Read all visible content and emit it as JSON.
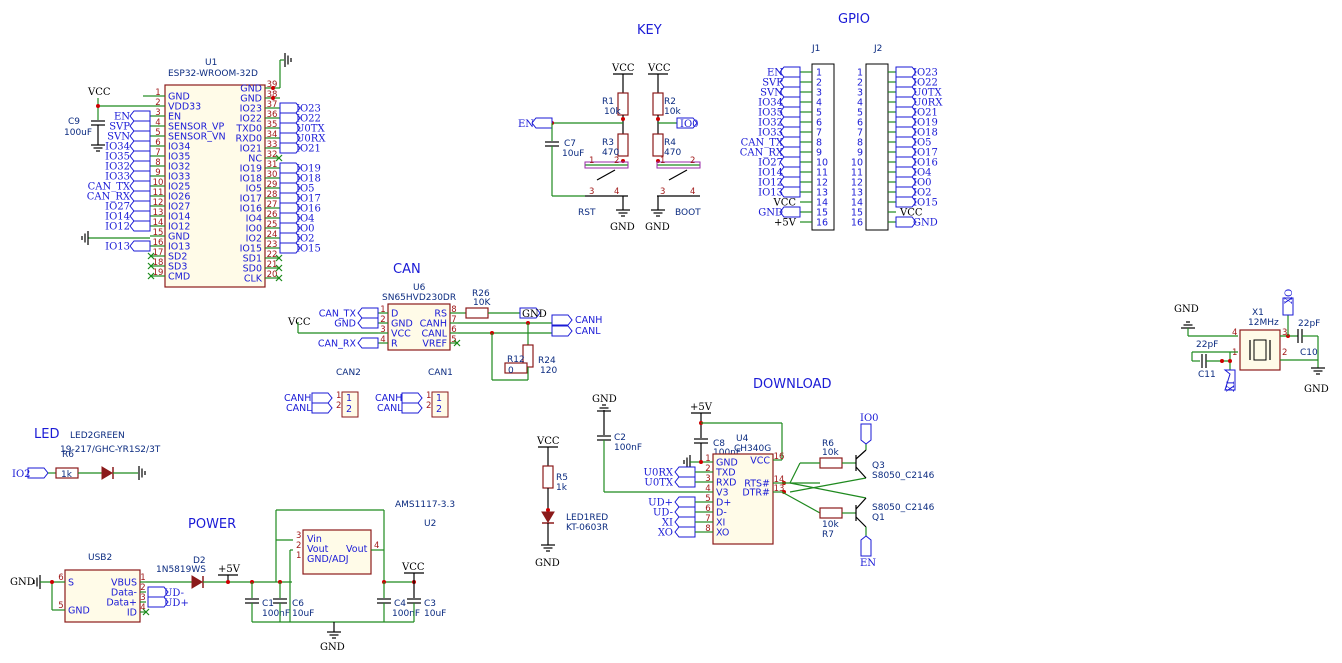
{
  "sections": {
    "key": "KEY",
    "gpio": "GPIO",
    "can": "CAN",
    "led": "LED",
    "power": "POWER",
    "download": "DOWNLOAD"
  },
  "u1": {
    "ref": "U1",
    "value": "ESP32-WROOM-32D",
    "left_pins": [
      {
        "num": "1",
        "name": "GND"
      },
      {
        "num": "2",
        "name": "VDD33"
      },
      {
        "num": "3",
        "name": "EN"
      },
      {
        "num": "4",
        "name": "SENSOR_VP"
      },
      {
        "num": "5",
        "name": "SENSOR_VN"
      },
      {
        "num": "6",
        "name": "IO34"
      },
      {
        "num": "7",
        "name": "IO35"
      },
      {
        "num": "8",
        "name": "IO32"
      },
      {
        "num": "9",
        "name": "IO33"
      },
      {
        "num": "10",
        "name": "IO25"
      },
      {
        "num": "11",
        "name": "IO26"
      },
      {
        "num": "12",
        "name": "IO27"
      },
      {
        "num": "13",
        "name": "IO14"
      },
      {
        "num": "14",
        "name": "IO12"
      },
      {
        "num": "15",
        "name": "GND"
      },
      {
        "num": "16",
        "name": "IO13"
      },
      {
        "num": "17",
        "name": "SD2"
      },
      {
        "num": "18",
        "name": "SD3"
      },
      {
        "num": "19",
        "name": "CMD"
      }
    ],
    "left_labels": [
      "",
      "",
      "EN",
      "SVP",
      "SVN",
      "IO34",
      "IO35",
      "IO32",
      "IO33",
      "CAN_TX",
      "CAN_RX",
      "IO27",
      "IO14",
      "IO12",
      "",
      "IO13",
      "",
      "",
      ""
    ],
    "right_pins": [
      {
        "num": "39",
        "name": "GND"
      },
      {
        "num": "38",
        "name": "GND"
      },
      {
        "num": "37",
        "name": "IO23"
      },
      {
        "num": "36",
        "name": "IO22"
      },
      {
        "num": "35",
        "name": "TXD0"
      },
      {
        "num": "34",
        "name": "RXD0"
      },
      {
        "num": "33",
        "name": "IO21"
      },
      {
        "num": "32",
        "name": "NC"
      },
      {
        "num": "31",
        "name": "IO19"
      },
      {
        "num": "30",
        "name": "IO18"
      },
      {
        "num": "29",
        "name": "IO5"
      },
      {
        "num": "28",
        "name": "IO17"
      },
      {
        "num": "27",
        "name": "IO16"
      },
      {
        "num": "26",
        "name": "IO4"
      },
      {
        "num": "25",
        "name": "IO0"
      },
      {
        "num": "24",
        "name": "IO2"
      },
      {
        "num": "23",
        "name": "IO15"
      },
      {
        "num": "22",
        "name": "SD1"
      },
      {
        "num": "21",
        "name": "SD0"
      },
      {
        "num": "20",
        "name": "CLK"
      }
    ],
    "right_labels": [
      "",
      "",
      "IO23",
      "IO22",
      "U0TX",
      "U0RX",
      "IO21",
      "",
      "IO19",
      "IO18",
      "IO5",
      "IO17",
      "IO16",
      "IO4",
      "IO0",
      "IO2",
      "IO15",
      "",
      "",
      ""
    ]
  },
  "c9": {
    "ref": "C9",
    "value": "100uF",
    "net": "VCC"
  },
  "key": {
    "vcc1": "VCC",
    "vcc2": "VCC",
    "r1": {
      "ref": "R1",
      "value": "10k"
    },
    "r2": {
      "ref": "R2",
      "value": "10k"
    },
    "r3": {
      "ref": "R3",
      "value": "470"
    },
    "r4": {
      "ref": "R4",
      "value": "470"
    },
    "c7": {
      "ref": "C7",
      "value": "10uF"
    },
    "en_label": "EN",
    "io0_label": "IO0",
    "rst": "RST",
    "boot": "BOOT",
    "gnd1": "GND",
    "gnd2": "GND",
    "sw_pins": [
      "1",
      "2",
      "3",
      "4"
    ]
  },
  "gpio": {
    "j1": {
      "ref": "J1",
      "labels": [
        "EN",
        "SVP",
        "SVN",
        "IO34",
        "IO35",
        "IO32",
        "IO33",
        "CAN_TX",
        "CAN_RX",
        "IO27",
        "IO14",
        "IO12",
        "IO13",
        "VCC",
        "GND",
        "+5V"
      ]
    },
    "j2": {
      "ref": "J2",
      "labels": [
        "IO23",
        "IO22",
        "U0TX",
        "U0RX",
        "IO21",
        "IO19",
        "IO18",
        "IO5",
        "IO17",
        "IO16",
        "IO4",
        "IO0",
        "IO2",
        "IO15",
        "VCC",
        "GND"
      ]
    },
    "pin_nums": [
      "1",
      "2",
      "3",
      "4",
      "5",
      "6",
      "7",
      "8",
      "9",
      "10",
      "11",
      "12",
      "13",
      "14",
      "15",
      "16"
    ]
  },
  "can": {
    "u6": {
      "ref": "U6",
      "value": "SN65HVD230DR"
    },
    "left_pins": [
      {
        "num": "1",
        "name": "D"
      },
      {
        "num": "2",
        "name": "GND"
      },
      {
        "num": "3",
        "name": "VCC"
      },
      {
        "num": "4",
        "name": "R"
      }
    ],
    "right_pins": [
      {
        "num": "8",
        "name": "RS"
      },
      {
        "num": "7",
        "name": "CANH"
      },
      {
        "num": "6",
        "name": "CANL"
      },
      {
        "num": "5",
        "name": "VREF"
      }
    ],
    "left_labels": [
      "CAN_TX",
      "GND",
      "VCC",
      "CAN_RX"
    ],
    "r26": {
      "ref": "R26",
      "value": "10K"
    },
    "r12": {
      "ref": "R12",
      "value": "0"
    },
    "r24": {
      "ref": "R24",
      "value": "120"
    },
    "gnd": "GND",
    "canh": "CANH",
    "canl": "CANL",
    "can2": "CAN2",
    "can1": "CAN1",
    "conn_pins": [
      "1",
      "2"
    ]
  },
  "led": {
    "ref": "LED2GREEN",
    "value": "19-217/GHC-YR1S2/3T",
    "r6": {
      "ref": "R6",
      "value": "1k"
    },
    "io2": "IO2"
  },
  "power": {
    "usb": {
      "ref": "USB2",
      "pins": [
        {
          "num": "6",
          "name": "S"
        },
        {
          "num": "5",
          "name": "GND"
        },
        {
          "num": "1",
          "name": "VBUS"
        },
        {
          "num": "2",
          "name": "Data-"
        },
        {
          "num": "3",
          "name": "Data+"
        },
        {
          "num": "4",
          "name": "ID"
        }
      ]
    },
    "gnd_usb": "GND",
    "ud_minus": "UD-",
    "ud_plus": "UD+",
    "d2": {
      "ref": "D2",
      "value": "1N5819WS"
    },
    "plus5v": "+5V",
    "c1": {
      "ref": "C1",
      "value": "100nF"
    },
    "c6": {
      "ref": "C6",
      "value": "10uF"
    },
    "c4": {
      "ref": "C4",
      "value": "100nF"
    },
    "c3": {
      "ref": "C3",
      "value": "10uF"
    },
    "u2": {
      "ref": "U2",
      "value": "AMS1117-3.3"
    },
    "u2_pins": [
      {
        "num": "3",
        "name": "Vin"
      },
      {
        "num": "2",
        "name": "Vout"
      },
      {
        "num": "1",
        "name": "GND/ADJ"
      },
      {
        "num": "4",
        "name": "Vout"
      }
    ],
    "vcc": "VCC",
    "gnd": "GND"
  },
  "led1": {
    "vcc": "VCC",
    "r5": {
      "ref": "R5",
      "value": "1k"
    },
    "ref": "LED1RED",
    "value": "KT-0603R",
    "gnd": "GND"
  },
  "download": {
    "gnd": "GND",
    "plus5v": "+5V",
    "c2": {
      "ref": "C2",
      "value": "100nF"
    },
    "c8": {
      "ref": "C8",
      "value": "100nF"
    },
    "u4": {
      "ref": "U4",
      "value": "CH340G"
    },
    "left_pins": [
      {
        "num": "1",
        "name": "GND"
      },
      {
        "num": "2",
        "name": "TXD"
      },
      {
        "num": "3",
        "name": "RXD"
      },
      {
        "num": "4",
        "name": "V3"
      },
      {
        "num": "5",
        "name": "D+"
      },
      {
        "num": "6",
        "name": "D-"
      },
      {
        "num": "7",
        "name": "XI"
      },
      {
        "num": "8",
        "name": "XO"
      }
    ],
    "right_pins": [
      {
        "num": "16",
        "name": "VCC"
      },
      {
        "num": "14",
        "name": "RTS#"
      },
      {
        "num": "13",
        "name": "DTR#"
      }
    ],
    "left_labels": [
      "U0RX",
      "U0TX",
      "UD+",
      "UD-",
      "XI",
      "XO"
    ],
    "r6": {
      "ref": "R6",
      "value": "10k"
    },
    "r7": {
      "ref": "R7",
      "value": "10k"
    },
    "q3": {
      "ref": "Q3",
      "value": "S8050_C2146"
    },
    "q1": {
      "ref": "Q1",
      "value": "S8050_C2146"
    },
    "io0": "IO0",
    "en": "EN"
  },
  "crystal": {
    "gnd1": "GND",
    "gnd2": "GND",
    "x1": {
      "ref": "X1",
      "value": "12MHz"
    },
    "c11": {
      "ref": "C11",
      "value": "22pF"
    },
    "c10": {
      "ref": "C10",
      "value": "22pF"
    },
    "xo": "XO",
    "xi": "XI",
    "pins": [
      "4",
      "1",
      "3",
      "2"
    ]
  }
}
